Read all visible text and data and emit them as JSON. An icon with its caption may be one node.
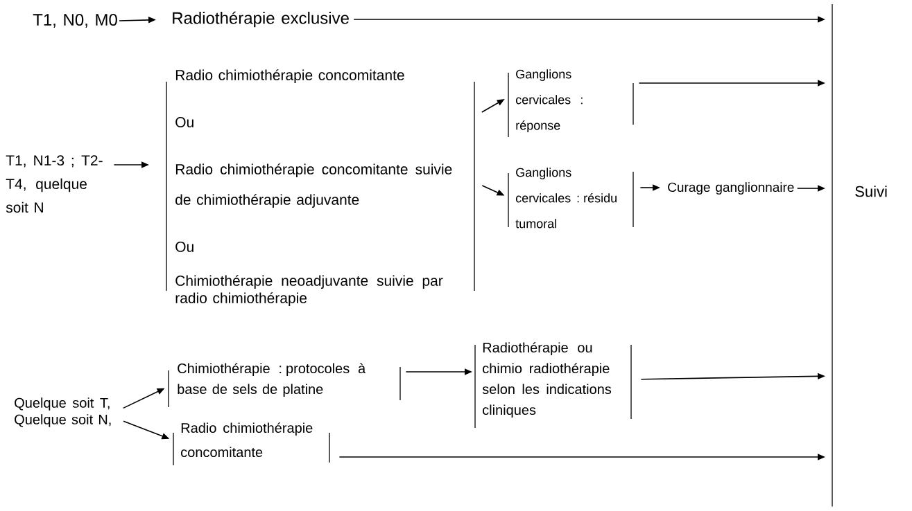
{
  "diagram": {
    "nodes": [
      {
        "text": [
          "T1, N0, M0"
        ]
      },
      {
        "text": [
          "Radiothérapie exclusive"
        ]
      },
      {
        "text": [
          "T1, N1-3 ; T2-T4, quelque soit N"
        ]
      },
      {
        "text": [
          "Radio chimiothérapie concomitante",
          "Ou",
          "Radio chimiothérapie concomitante suivie de chimiothérapie adjuvante",
          "Ou",
          "Chimiothérapie neoadjuvante suivie par radio chimiothérapie"
        ]
      },
      {
        "text": [
          "Ganglions cervicales : réponse"
        ]
      },
      {
        "text": [
          "Ganglions cervicales : résidu tumoral"
        ]
      },
      {
        "text": [
          "Curage ganglionnaire"
        ]
      },
      {
        "text": [
          "Quelque soit T, Quelque soit N,"
        ]
      },
      {
        "text": [
          "Chimiothérapie : protocoles à base de sels de platine"
        ]
      },
      {
        "text": [
          "Radiothérapie ou chimio radiothérapie selon les indications cliniques"
        ]
      },
      {
        "text": [
          "Radio chimiothérapie concomitante"
        ]
      },
      {
        "text": [
          "Suivi"
        ]
      }
    ],
    "edges": [
      {
        "from": 0,
        "to": 1,
        "arrow": "to"
      },
      {
        "from": 1,
        "to": 11,
        "arrow": "to"
      },
      {
        "from": 2,
        "to": 3,
        "arrow": "to"
      },
      {
        "from": 3,
        "to": 4,
        "arrow": "to"
      },
      {
        "from": 3,
        "to": 5,
        "arrow": "to"
      },
      {
        "from": 4,
        "to": 11,
        "arrow": "to"
      },
      {
        "from": 5,
        "to": 6,
        "arrow": "to"
      },
      {
        "from": 6,
        "to": 11,
        "arrow": "to"
      },
      {
        "from": 7,
        "to": 8,
        "arrow": "to"
      },
      {
        "from": 7,
        "to": 10,
        "arrow": "to"
      },
      {
        "from": 8,
        "to": 9,
        "arrow": "to"
      },
      {
        "from": 9,
        "to": 11,
        "arrow": "to"
      },
      {
        "from": 10,
        "to": 11,
        "arrow": "to"
      }
    ]
  }
}
